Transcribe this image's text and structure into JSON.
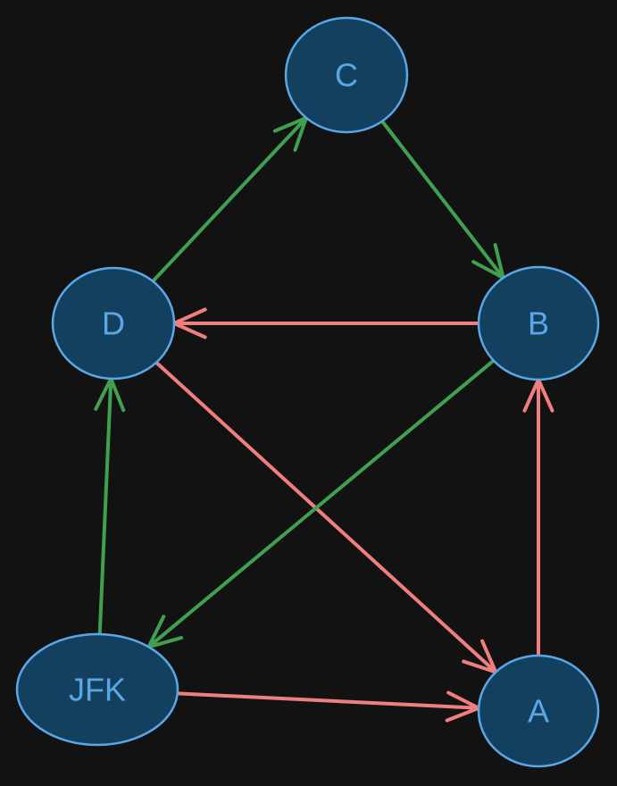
{
  "colors": {
    "background": "#121212",
    "node_fill": "#14405f",
    "node_stroke": "#5aa7e8",
    "label": "#5aa7e8",
    "edge_green": "#3fa14f",
    "edge_red": "#f17e7e"
  },
  "nodes": [
    {
      "id": "C",
      "label": "C"
    },
    {
      "id": "D",
      "label": "D"
    },
    {
      "id": "B",
      "label": "B"
    },
    {
      "id": "JFK",
      "label": "JFK"
    },
    {
      "id": "A",
      "label": "A"
    }
  ],
  "edges": [
    {
      "from": "D",
      "to": "C",
      "color": "green"
    },
    {
      "from": "C",
      "to": "B",
      "color": "green"
    },
    {
      "from": "B",
      "to": "D",
      "color": "red"
    },
    {
      "from": "D",
      "to": "A",
      "color": "red"
    },
    {
      "from": "B",
      "to": "JFK",
      "color": "green"
    },
    {
      "from": "JFK",
      "to": "D",
      "color": "green"
    },
    {
      "from": "JFK",
      "to": "A",
      "color": "red"
    },
    {
      "from": "A",
      "to": "B",
      "color": "red"
    }
  ]
}
